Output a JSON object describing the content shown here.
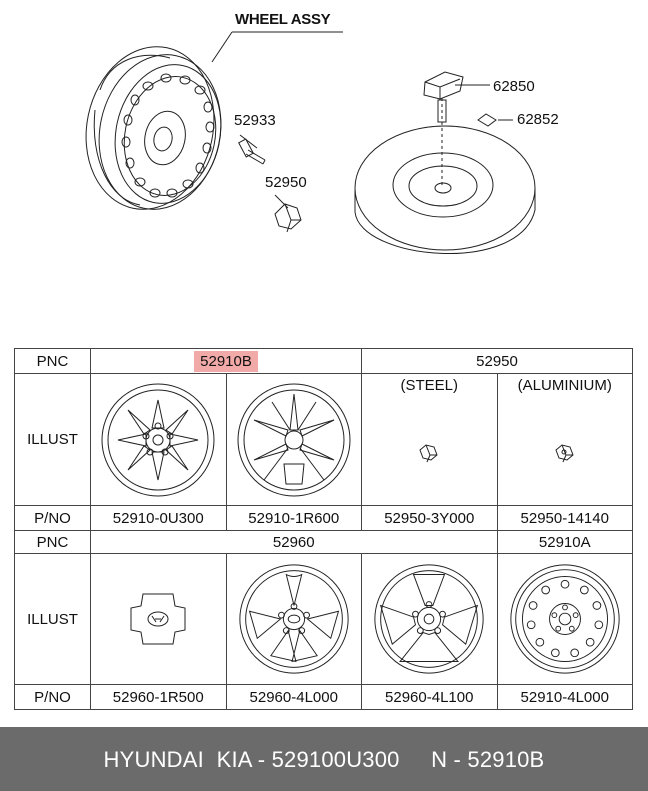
{
  "diagram": {
    "title": "WHEEL ASSY",
    "callouts": [
      "52933",
      "52950",
      "62850",
      "62852"
    ]
  },
  "table": {
    "row_labels": {
      "pnc": "PNC",
      "illust": "ILLUST",
      "pno": "P/NO"
    },
    "section1": {
      "pnc_a": "52910B",
      "pnc_b": "52950",
      "captions": [
        "(STEEL)",
        "(ALUMINIUM)"
      ],
      "part_numbers": [
        "52910-0U300",
        "52910-1R600",
        "52950-3Y000",
        "52950-14140"
      ]
    },
    "section2": {
      "pnc_a": "52960",
      "pnc_b": "52910A",
      "part_numbers": [
        "52960-1R500",
        "52960-4L000",
        "52960-4L100",
        "52910-4L000"
      ]
    }
  },
  "colors": {
    "highlight": "#f2aaa8",
    "footer_bg": "#6b6b6b"
  },
  "footer": {
    "text": "HYUNDAI  KIA - 529100U300     N - 52910B"
  }
}
